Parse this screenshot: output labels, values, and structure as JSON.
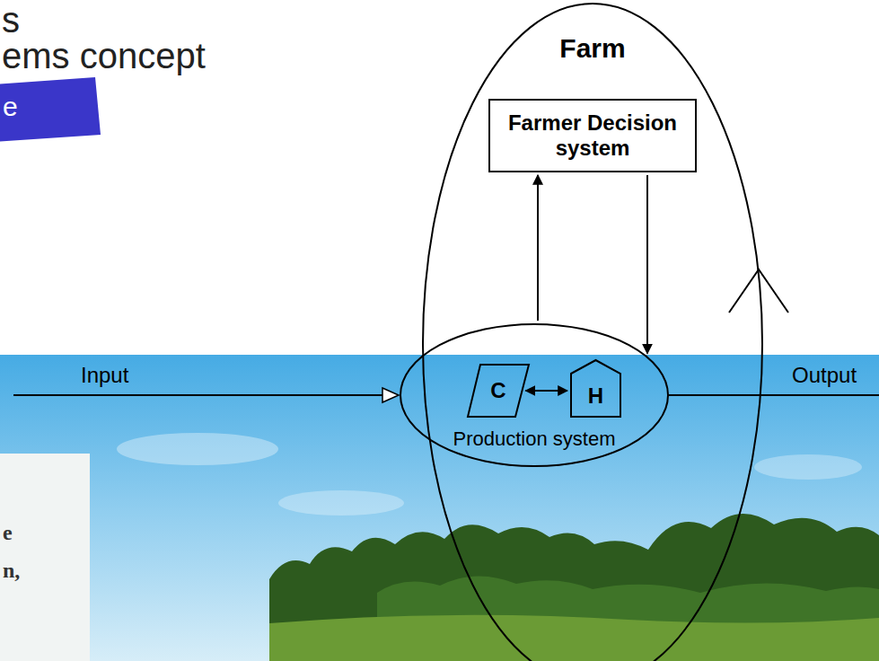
{
  "diagram": {
    "nodes": [
      {
        "text": [
          "Farm"
        ]
      },
      {
        "text": [
          "Farmer Decision system"
        ],
        "in": 0
      },
      {
        "text": [
          "Production system"
        ],
        "in": 0
      },
      {
        "text": [
          "C"
        ],
        "in": 2
      },
      {
        "text": [
          "H"
        ],
        "in": 2
      }
    ],
    "edges": [
      {
        "from": 2,
        "to": 1,
        "arrow": "to"
      },
      {
        "from": 1,
        "to": 2,
        "arrow": "to"
      },
      {
        "from": 3,
        "to": 4,
        "arrow": "both"
      }
    ],
    "labels": [
      "s",
      "ems concept",
      "e",
      "Input",
      "Output",
      "e",
      "n,"
    ]
  }
}
